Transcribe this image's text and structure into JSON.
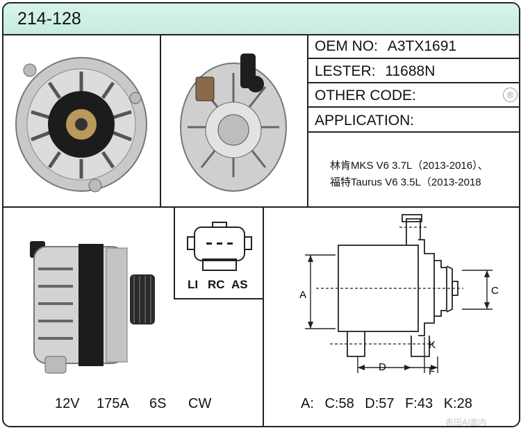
{
  "part_number": "214-128",
  "specs": {
    "oem_label": "OEM NO:",
    "oem_value": "A3TX1691",
    "lester_label": "LESTER:",
    "lester_value": "11688N",
    "other_label": "OTHER CODE:",
    "application_label": "APPLICATION:"
  },
  "application": [
    "林肯MKS V6 3.7L（2013-2016）、",
    "福特Taurus V6 3.5L（2013-2018"
  ],
  "connector_pins": [
    "LI",
    "RC",
    "AS"
  ],
  "electrical": {
    "voltage": "12V",
    "amperage": "175A",
    "pulley": "6S",
    "rotation": "CW"
  },
  "dimensions": {
    "a_label": "A:",
    "c": "C:58",
    "d": "D:57",
    "f": "F:43",
    "k": "K:28"
  },
  "drawing_labels": {
    "a": "A",
    "c": "C",
    "d": "D",
    "f": "F",
    "k": "K"
  },
  "watermark": "表田AI面内"
}
